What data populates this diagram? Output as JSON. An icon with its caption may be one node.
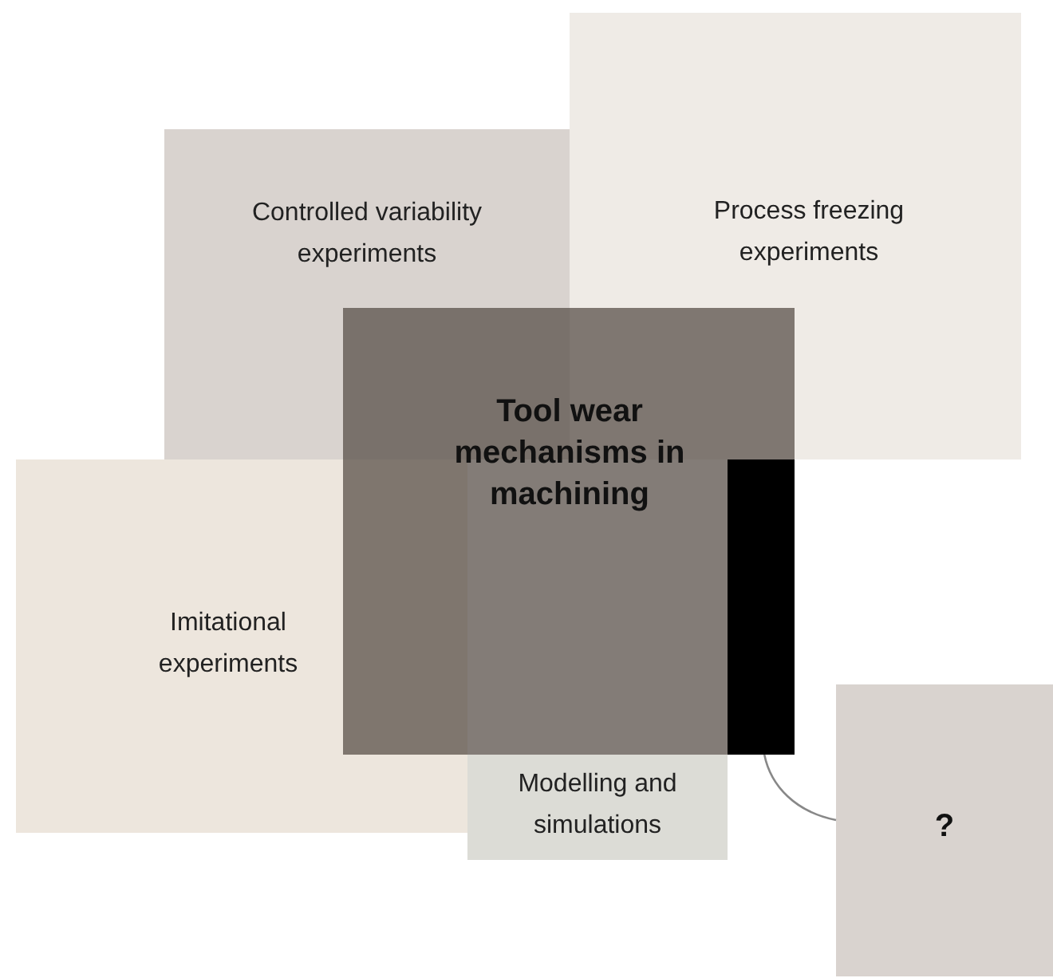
{
  "diagram": {
    "nodes": [
      {
        "text": [
          "Controlled variability experiments"
        ]
      },
      {
        "text": [
          "Process freezing experiments"
        ]
      },
      {
        "text": [
          "Tool wear mechanisms in machining"
        ]
      },
      {
        "text": [
          "Imitational experiments"
        ]
      },
      {
        "text": [
          "Modelling and simulations"
        ]
      },
      {
        "text": [],
        "shape": "bar",
        "in": 2
      },
      {
        "text": [
          "?"
        ]
      }
    ],
    "edges": [
      {
        "from": 5,
        "to": 6,
        "arrow": "none"
      }
    ]
  }
}
